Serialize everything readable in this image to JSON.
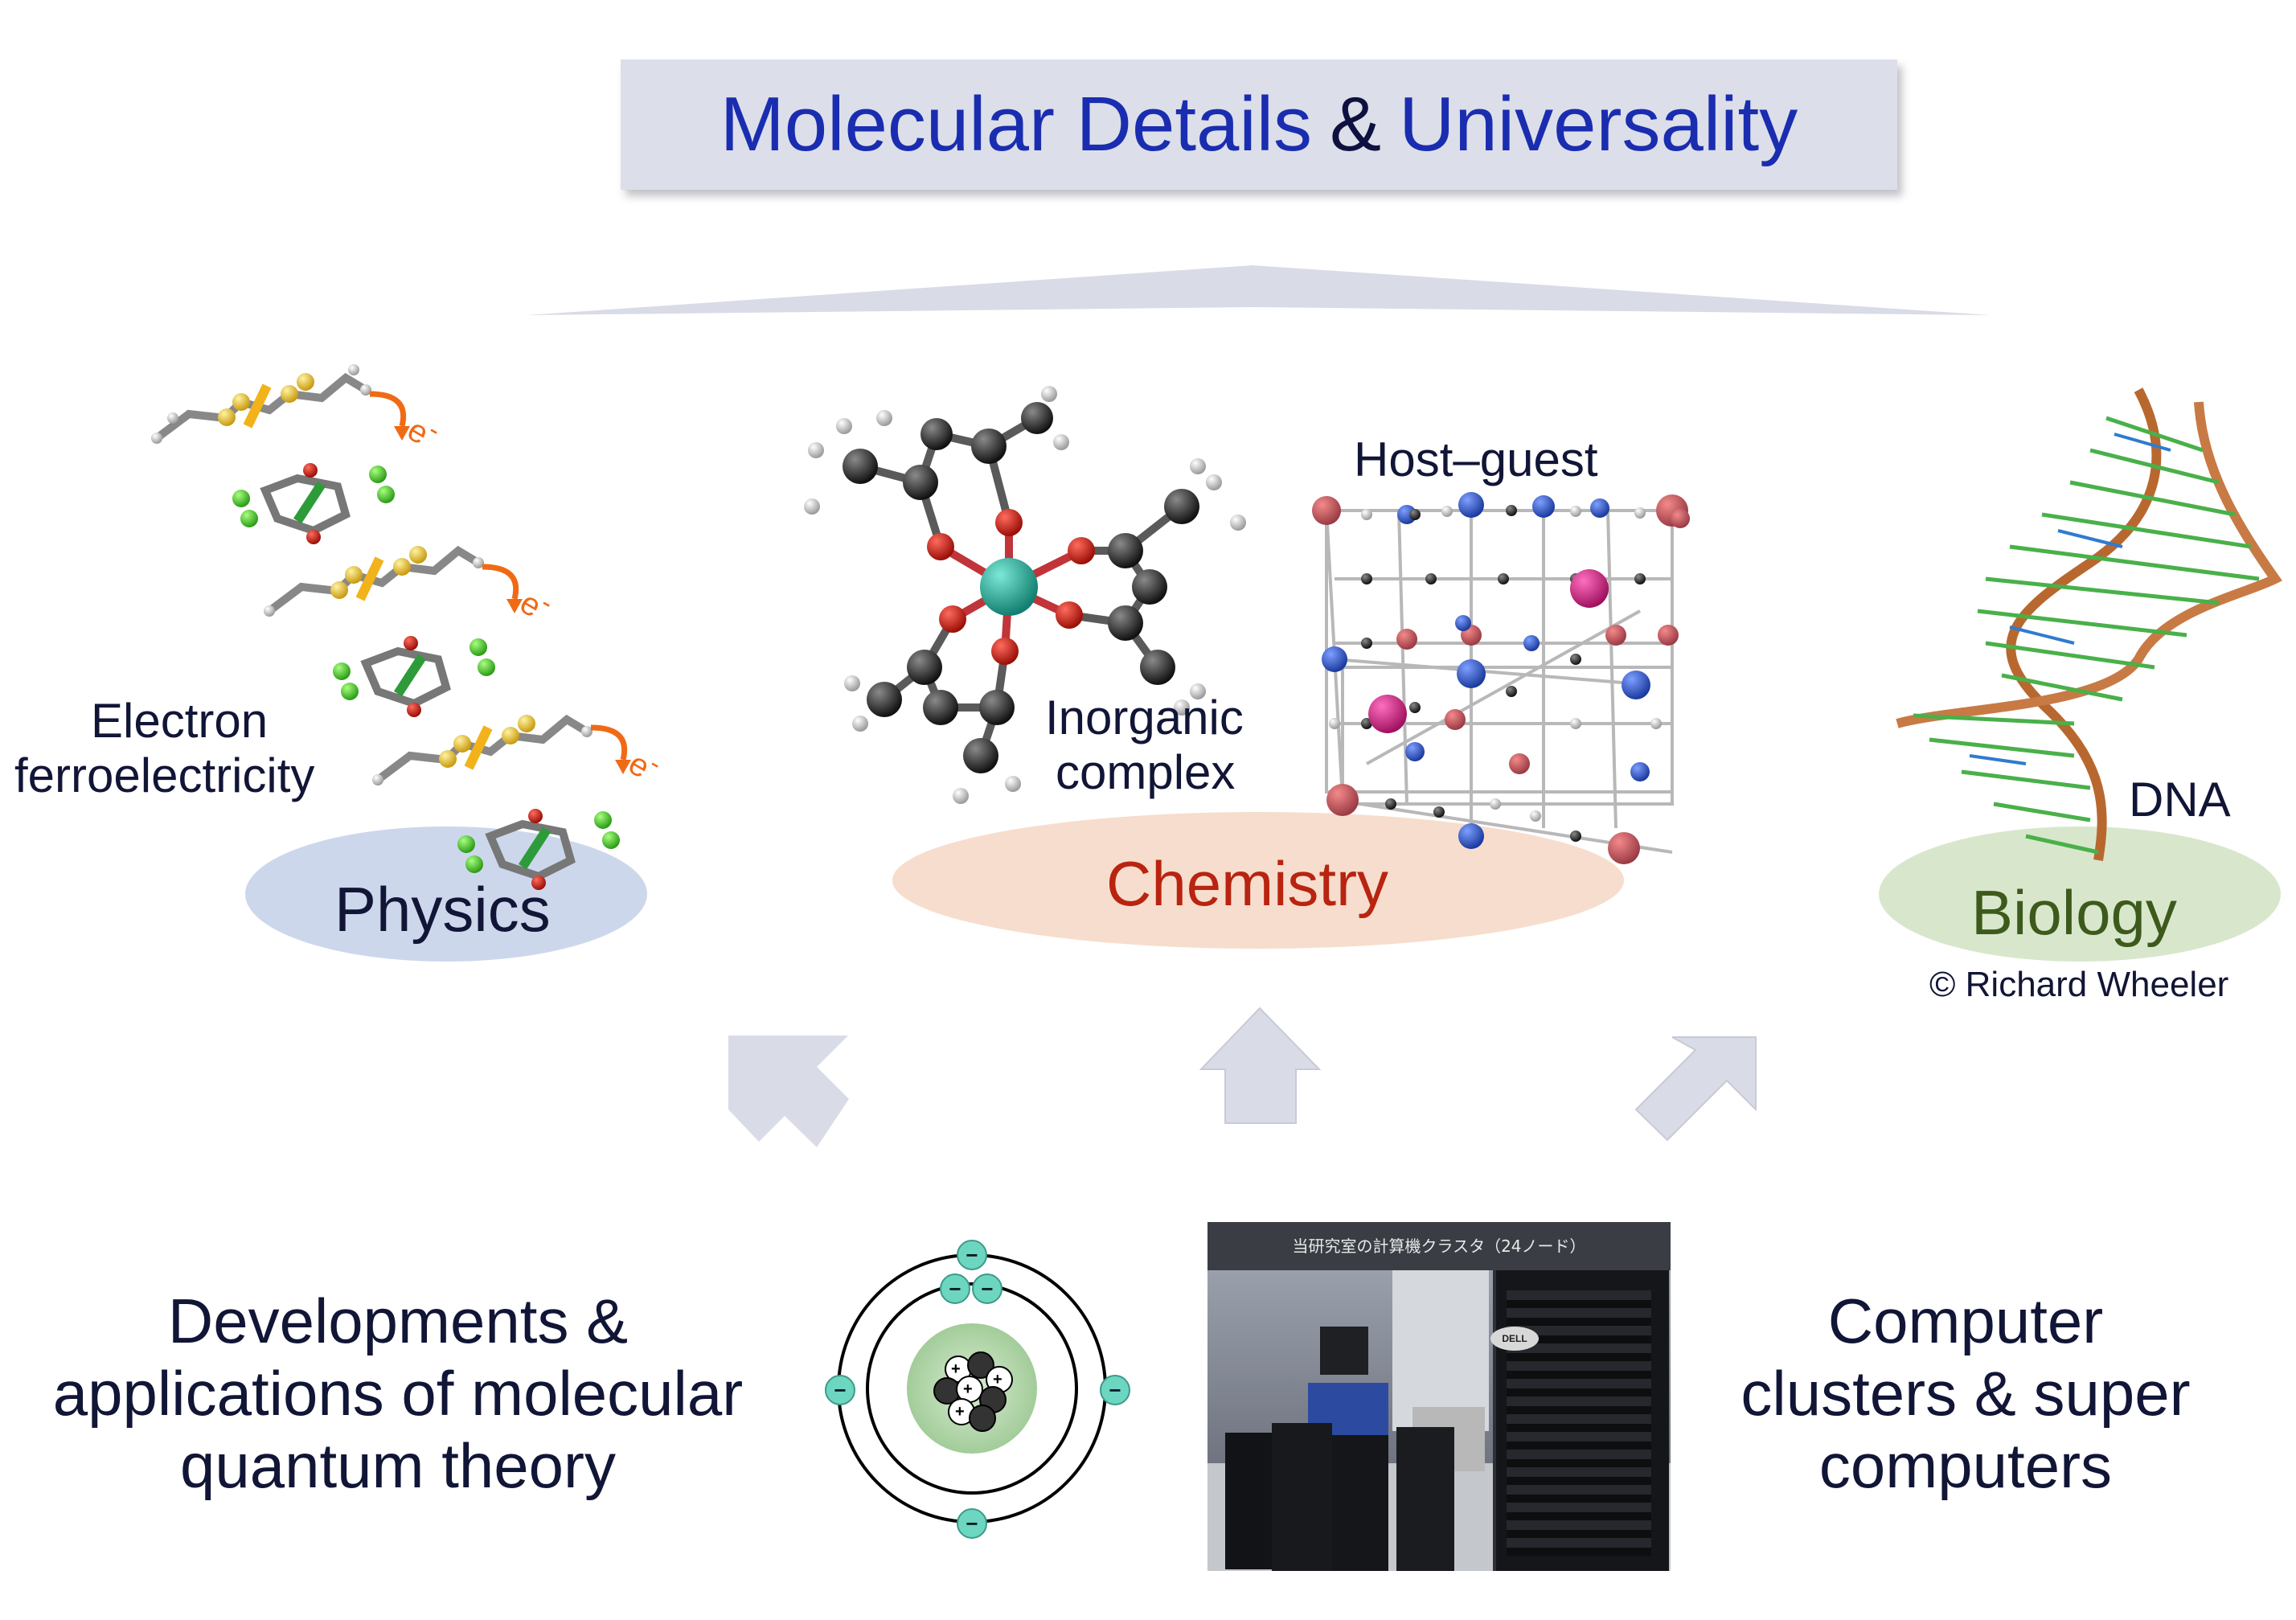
{
  "title": {
    "part1": "Molecular Details",
    "amp": "&",
    "part2": "Universality"
  },
  "labels": {
    "electron": "Electron",
    "ferro": "ferroelectricity",
    "electron_symbol": "e",
    "electron_charge": "-",
    "physics": "Physics",
    "inorganic": "Inorganic",
    "complex": "complex",
    "host_guest": "Host–guest",
    "chemistry": "Chemistry",
    "dna": "DNA",
    "biology": "Biology",
    "credit": "© Richard Wheeler"
  },
  "bottom": {
    "left_line1": "Developments &",
    "left_line2": "applications of molecular",
    "left_line3": "quantum theory",
    "right_line1": "Computer",
    "right_line2": "clusters & super",
    "right_line3": "computers",
    "photo_caption": "当研究室の計算機クラスタ（24ノード）",
    "dell_logo": "DELL"
  },
  "atom": {
    "electron_sign": "−",
    "proton_sign": "+"
  },
  "colors": {
    "title_blue": "#1a2db0",
    "physics_ellipse": "#cdd7ec",
    "chemistry_ellipse": "#f7ddcd",
    "biology_ellipse": "#d8e7cc",
    "chemistry_text": "#b82410",
    "biology_text": "#3d5a1c",
    "arrow": "#d9dbe6",
    "electron_teal": "#6dd6c0"
  }
}
